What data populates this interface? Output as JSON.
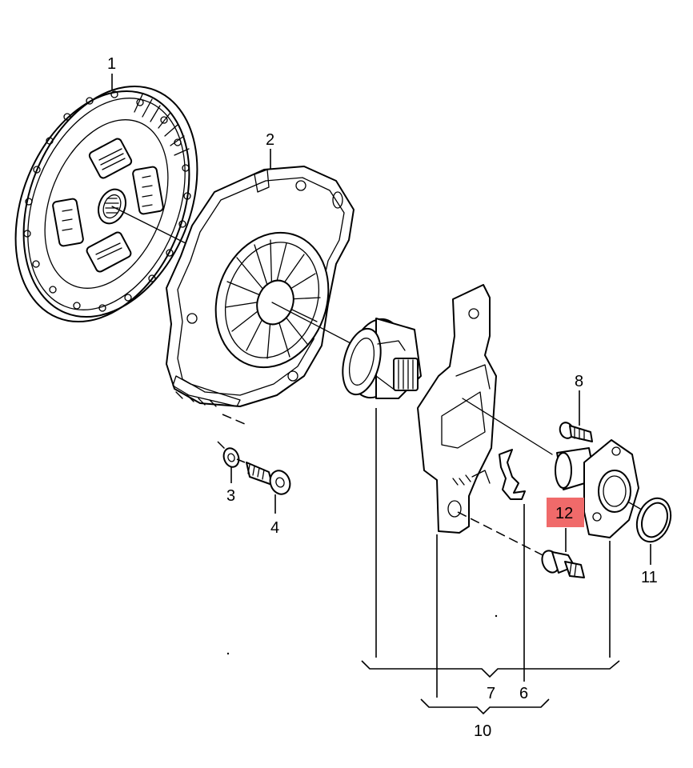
{
  "callouts": {
    "c1": "1",
    "c2": "2",
    "c3": "3",
    "c4": "4",
    "c6": "6",
    "c7": "7",
    "c8": "8",
    "c10": "10",
    "c11": "11",
    "c12": "12"
  },
  "highlight": {
    "callout": "12",
    "color": "#f06a6a"
  }
}
